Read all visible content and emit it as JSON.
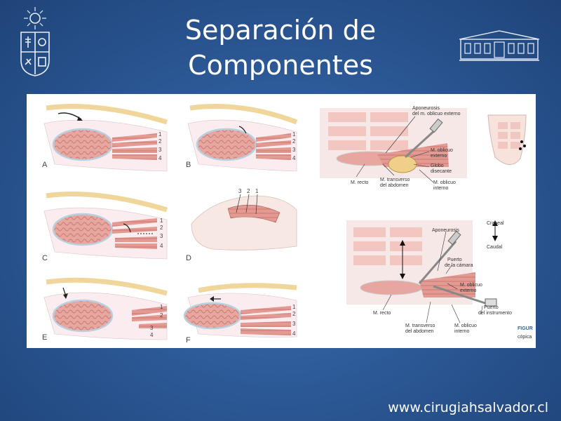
{
  "slide": {
    "title_line1": "Separación de",
    "title_line2": "Componentes",
    "footer_url": "www.cirugiahsalvador.cl"
  },
  "figure": {
    "panels": [
      "A",
      "B",
      "C",
      "D",
      "E",
      "F"
    ],
    "layer_numbers": [
      "1",
      "2",
      "3",
      "4"
    ],
    "panel_d_numbers": [
      "3",
      "2",
      "1"
    ],
    "top_right_labels": {
      "aponeurosis_externo": "Aponeurosis",
      "aponeurosis_externo_2": "del m. oblicuo externo",
      "oblicuo_externo": "M. oblicuo",
      "oblicuo_externo_2": "externo",
      "globo": "Globo",
      "globo_2": "disecante",
      "recto": "M. recto",
      "transverso": "M. transverso",
      "transverso_2": "del abdomen",
      "oblicuo_interno": "M. oblicuo",
      "oblicuo_interno_2": "interno"
    },
    "bottom_right_labels": {
      "craneal": "Craneal",
      "caudal": "Caudal",
      "aponeurosis": "Aponeurosis",
      "puerto_camara": "Puerto",
      "puerto_camara_2": "de la cámara",
      "oblicuo_externo": "M. oblicuo",
      "oblicuo_externo_2": "externo",
      "recto": "M. recto",
      "puerto_instrumento": "Puerto",
      "puerto_instrumento_2": "del instrumento",
      "transverso": "M. transverso",
      "transverso_2": "del abdomen",
      "oblicuo_interno": "M. oblicuo",
      "oblicuo_interno_2": "interno"
    },
    "caption_fragment": "FIGUR",
    "caption_fragment_2": "cópica"
  },
  "colors": {
    "background": "#2d5a98",
    "muscle": "#e7a7a0",
    "fat": "#f5e1b8",
    "figure_bg": "#ffffff"
  }
}
